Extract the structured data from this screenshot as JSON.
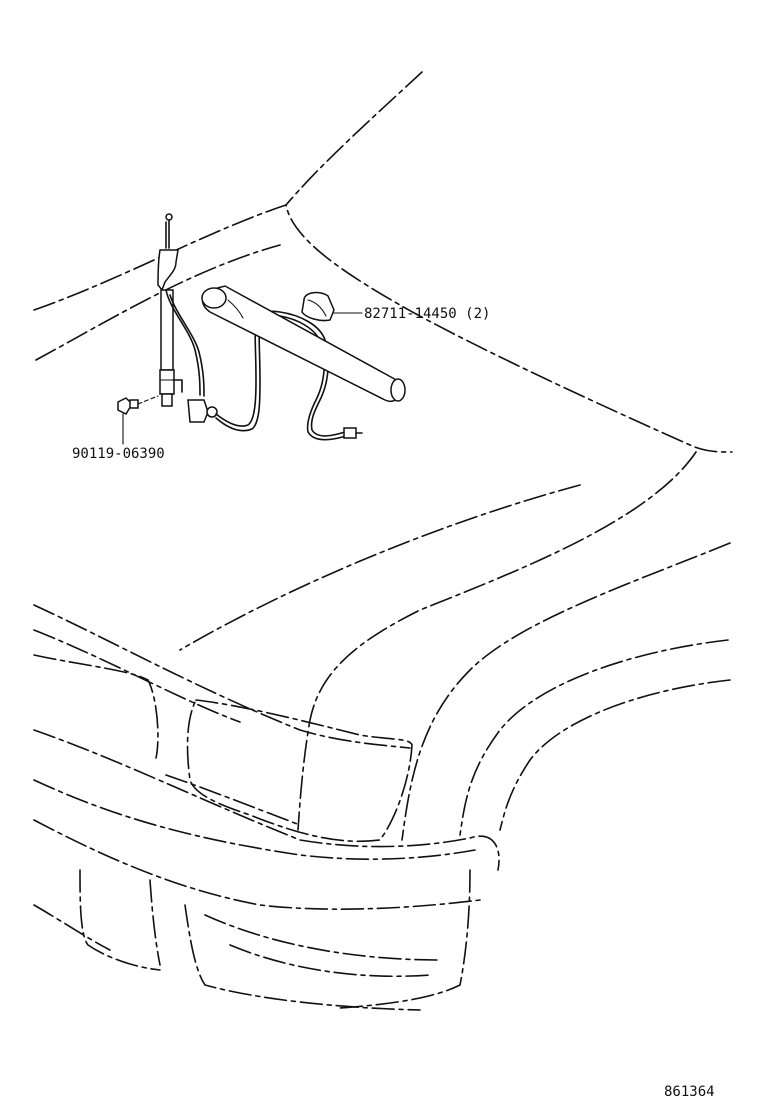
{
  "callouts": [
    {
      "id": "clamp",
      "part_number": "82711-14450 (2)"
    },
    {
      "id": "screw",
      "part_number": "90119-06390"
    }
  ],
  "illustration_code": "861364"
}
